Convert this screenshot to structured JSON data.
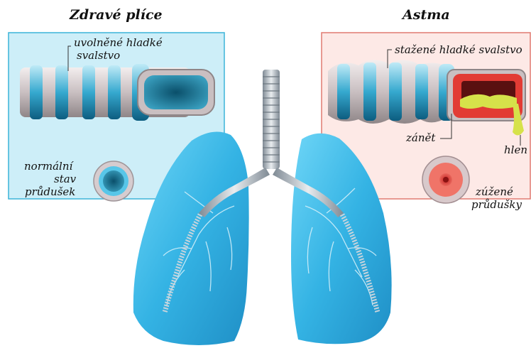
{
  "healthy": {
    "title": "Zdravé plíce",
    "relaxed_muscle_line1": "uvolněné hladké",
    "relaxed_muscle_line2": "svalstvo",
    "normal_line1": "normální",
    "normal_line2": "stav",
    "normal_line3": "průdušek"
  },
  "asthma": {
    "title": "Astma",
    "contracted_muscle": "stažené hladké svalstvo",
    "inflammation": "zánět",
    "mucus": "hlen",
    "narrowed_line1": "zúžené",
    "narrowed_line2": "průdušky"
  },
  "colors": {
    "healthy_panel": "#cdeef8",
    "healthy_border": "#3bb4d8",
    "asthma_panel": "#fde9e6",
    "asthma_border": "#e07a70",
    "lung": "#38b8e8",
    "inflammation": "#e23b34",
    "mucus": "#d6e24a"
  }
}
